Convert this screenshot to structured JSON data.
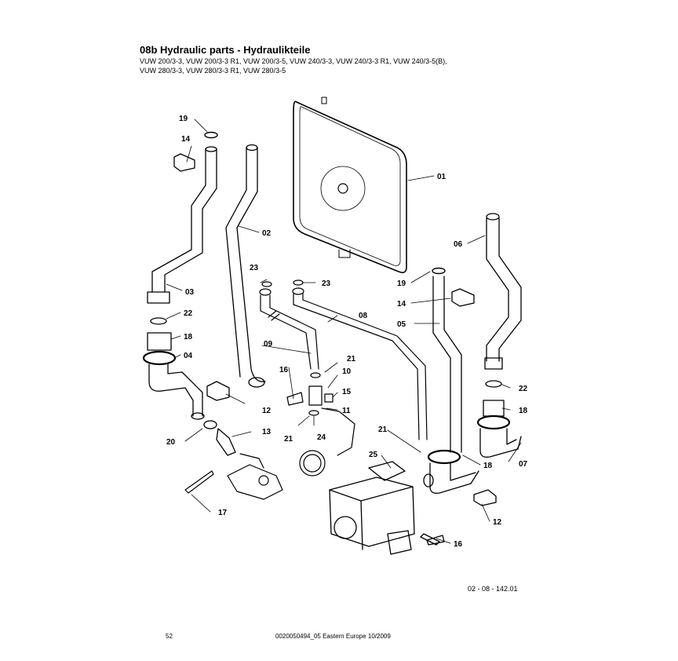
{
  "header": {
    "title": "08b Hydraulic parts - Hydraulikteile",
    "models_line1": "VUW 200/3-3, VUW 200/3-3 R1, VUW 200/3-5, VUW 240/3-3, VUW 240/3-3 R1, VUW 240/3-5(B),",
    "models_line2": "VUW 280/3-3, VUW 280/3-3 R1, VUW 280/3-5"
  },
  "callouts": {
    "c01": "01",
    "c02": "02",
    "c03": "03",
    "c04": "04",
    "c05": "05",
    "c06": "06",
    "c07": "07",
    "c08": "08",
    "c09": "09",
    "c10": "10",
    "c11": "11",
    "c12a": "12",
    "c12b": "12",
    "c13": "13",
    "c14a": "14",
    "c14b": "14",
    "c15": "15",
    "c16a": "16",
    "c16b": "16",
    "c17": "17",
    "c18a": "18",
    "c18b": "18",
    "c18c": "18",
    "c19a": "19",
    "c19b": "19",
    "c20": "20",
    "c21a": "21",
    "c21b": "21",
    "c21c": "21",
    "c22a": "22",
    "c22b": "22",
    "c23a": "23",
    "c23b": "23",
    "c24": "24",
    "c25": "25"
  },
  "footer": {
    "drawing_code": "02 - 08 - 142.01",
    "page_number": "52",
    "document_ref": "0020050494_05 Eastern Europe 10/2009"
  }
}
